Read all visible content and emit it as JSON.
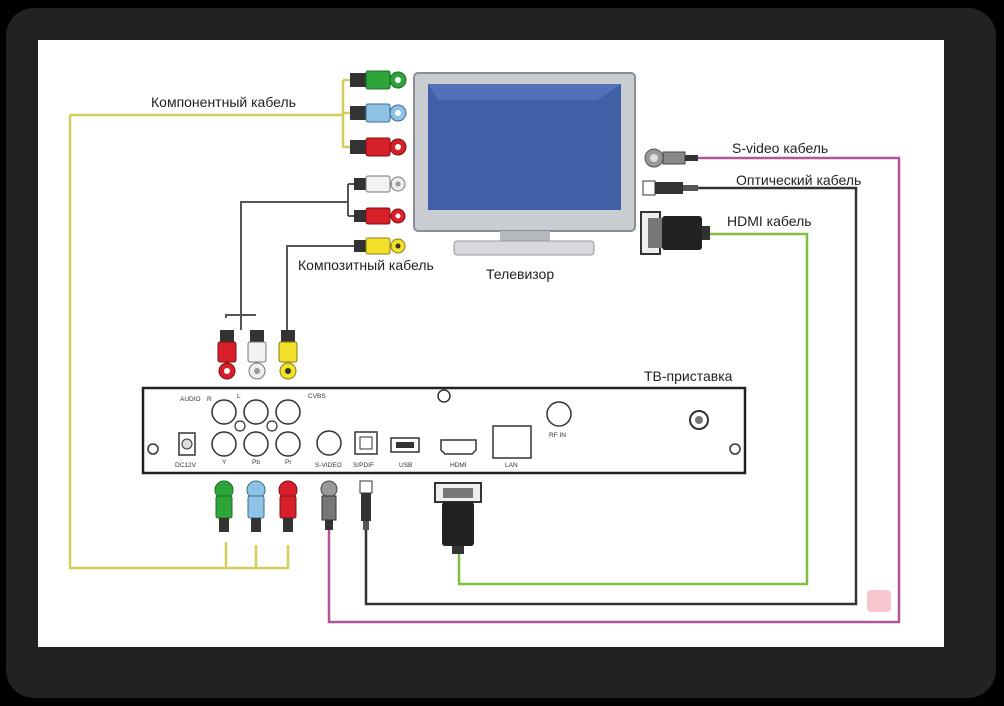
{
  "labels": {
    "component_cable": "Компонентный кабель",
    "composite_cable": "Композитный кабель",
    "tv": "Телевизор",
    "svideo_cable": "S-video кабель",
    "optical_cable": "Оптический кабель",
    "hdmi_cable": "HDMI кабель",
    "stb": "ТВ-приставка"
  },
  "panel_labels": {
    "audio": "AUDIO",
    "audio_r": "R",
    "audio_l": "L",
    "cvbs": "CVBS",
    "dc12v": "DC12V",
    "y": "Y",
    "pb": "Pb",
    "pr": "Pr",
    "svideo": "S-VIDEO",
    "spdif": "S/PDIF",
    "usb": "USB",
    "hdmi": "HDMI",
    "lan": "LAN",
    "rf_in": "RF IN"
  },
  "colors": {
    "component_wire": "#d4cf5a",
    "svideo_wire": "#b0559a",
    "optical_wire": "#333333",
    "hdmi_wire": "#7fbf3f",
    "composite_wire": "#555555",
    "plug_green": "#2ea53a",
    "plug_blue": "#8ec3e6",
    "plug_red": "#d8202a",
    "plug_yellow": "#f2e12a",
    "plug_white": "#f2f2f2",
    "tv_screen": "#3f5fa6"
  }
}
